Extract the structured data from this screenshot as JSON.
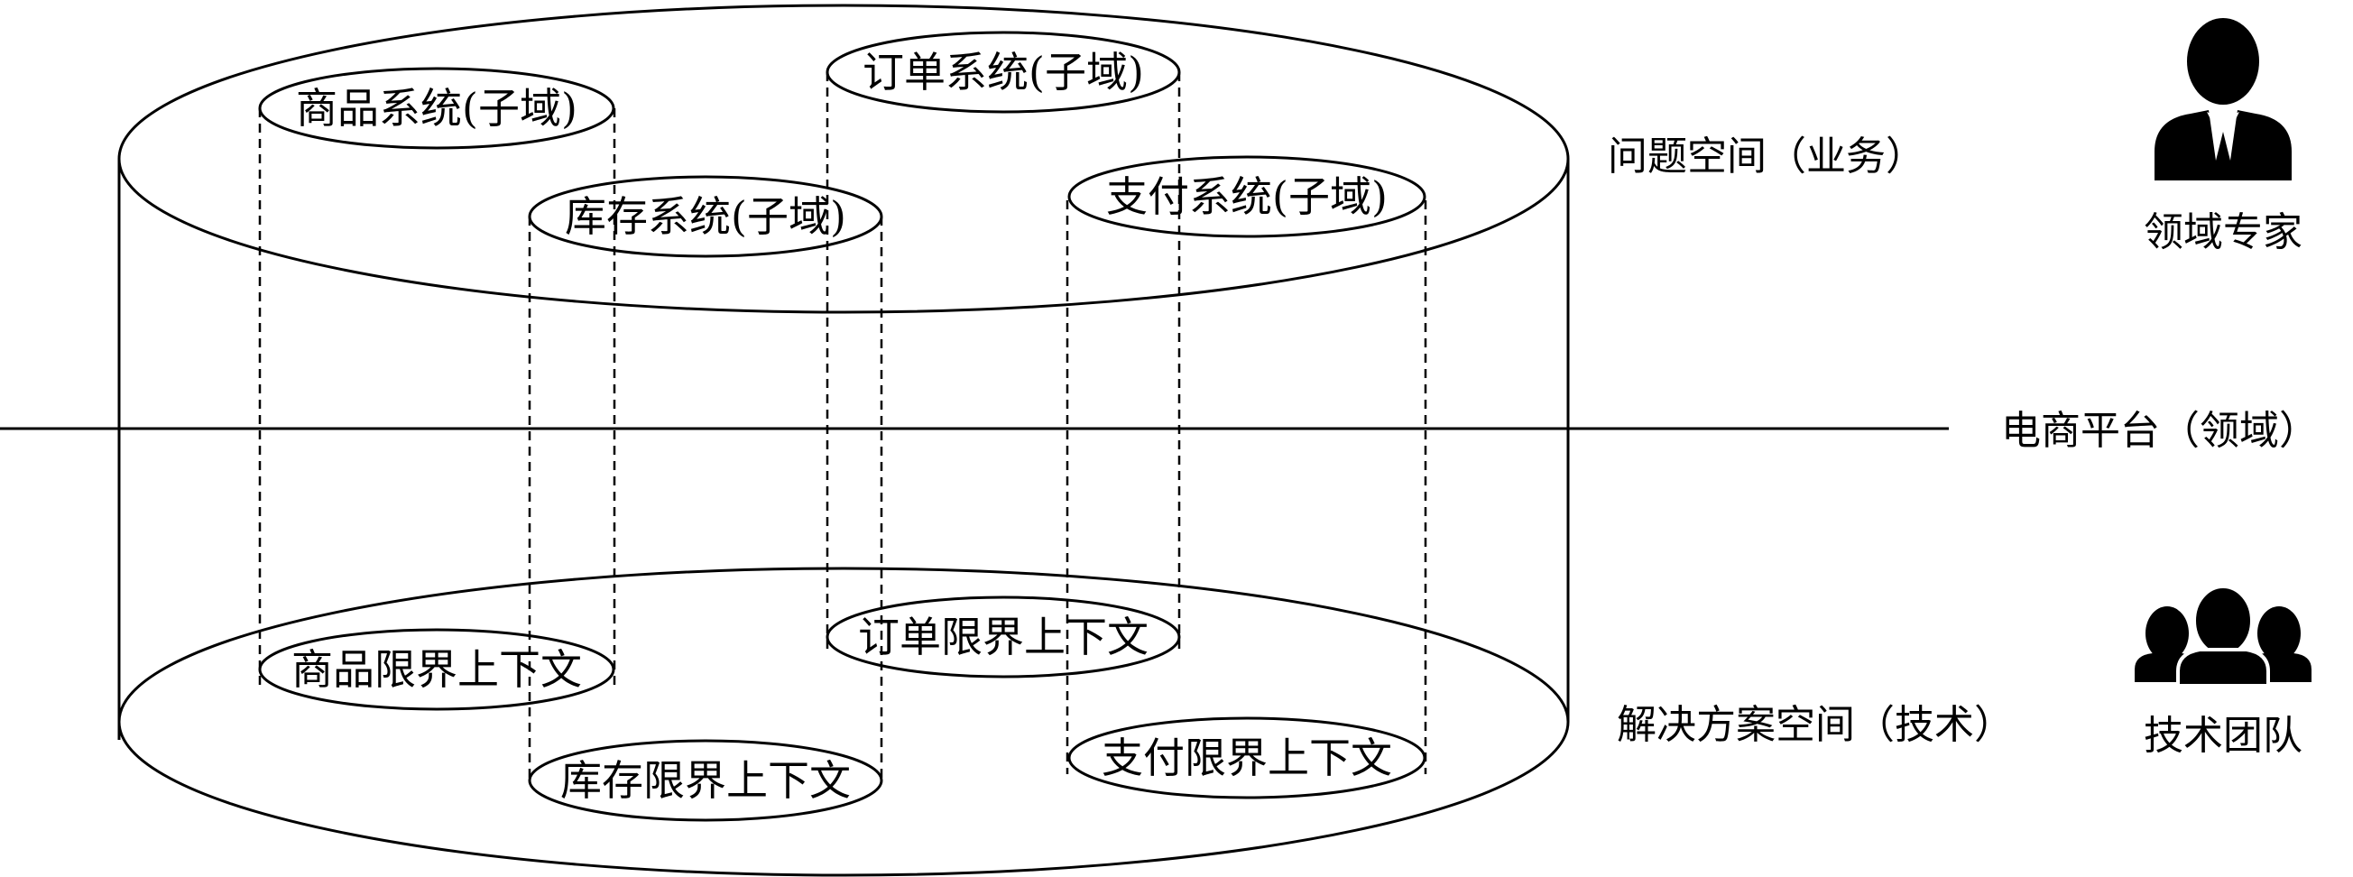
{
  "problem_space": {
    "label": "问题空间（业务）",
    "subdomains": [
      "商品系统(子域)",
      "订单系统(子域)",
      "库存系统(子域)",
      "支付系统(子域)"
    ]
  },
  "solution_space": {
    "label": "解决方案空间（技术）",
    "contexts": [
      "商品限界上下文",
      "订单限界上下文",
      "库存限界上下文",
      "支付限界上下文"
    ]
  },
  "domain_line": {
    "label": "电商平台（领域）"
  },
  "actors": {
    "expert": {
      "label": "领域专家",
      "icon": "person-icon"
    },
    "team": {
      "label": "技术团队",
      "icon": "group-icon"
    }
  }
}
